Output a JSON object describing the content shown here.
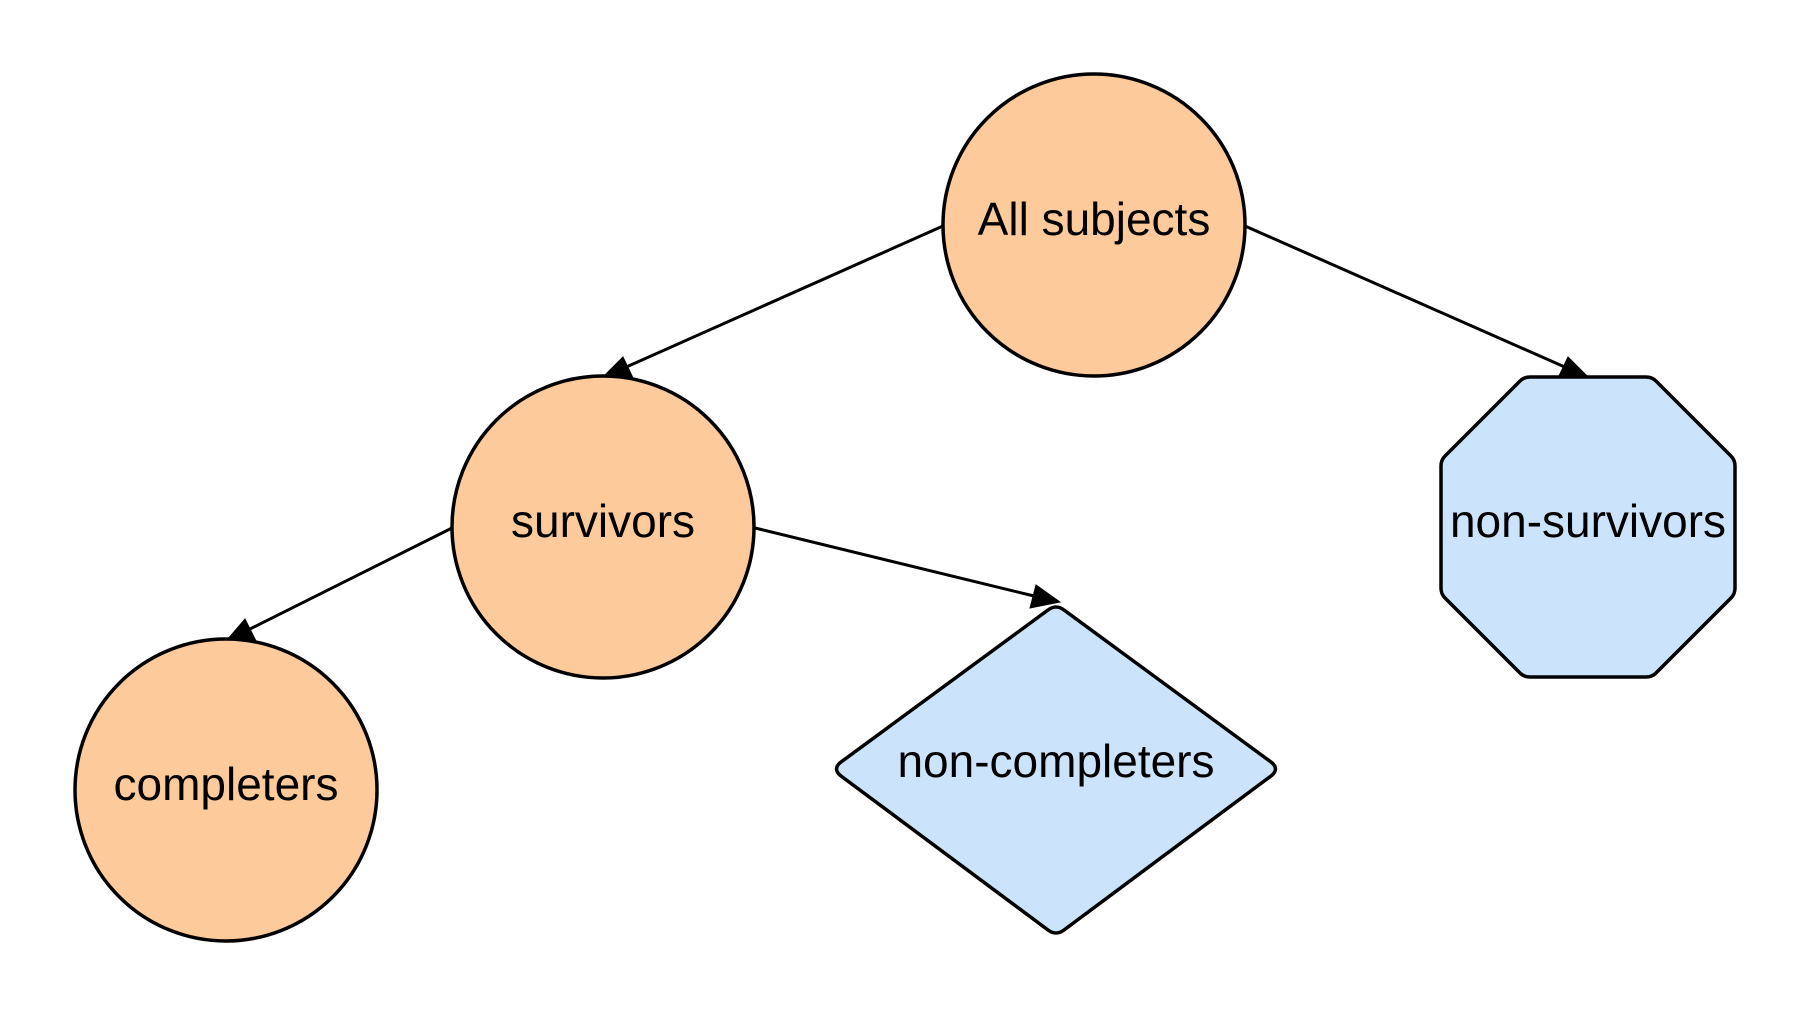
{
  "diagram": {
    "colors": {
      "circle_fill": "#FDCB9B",
      "terminal_fill": "#CCE4FB",
      "stroke": "#000000"
    },
    "nodes": [
      {
        "id": "all-subjects",
        "label": "All subjects",
        "shape": "circle"
      },
      {
        "id": "survivors",
        "label": "survivors",
        "shape": "circle"
      },
      {
        "id": "non-survivors",
        "label": "non-survivors",
        "shape": "octagon"
      },
      {
        "id": "completers",
        "label": "completers",
        "shape": "circle"
      },
      {
        "id": "non-completers",
        "label": "non-completers",
        "shape": "diamond"
      }
    ],
    "edges": [
      {
        "from": "all-subjects",
        "to": "survivors"
      },
      {
        "from": "all-subjects",
        "to": "non-survivors"
      },
      {
        "from": "survivors",
        "to": "completers"
      },
      {
        "from": "survivors",
        "to": "non-completers"
      }
    ]
  }
}
